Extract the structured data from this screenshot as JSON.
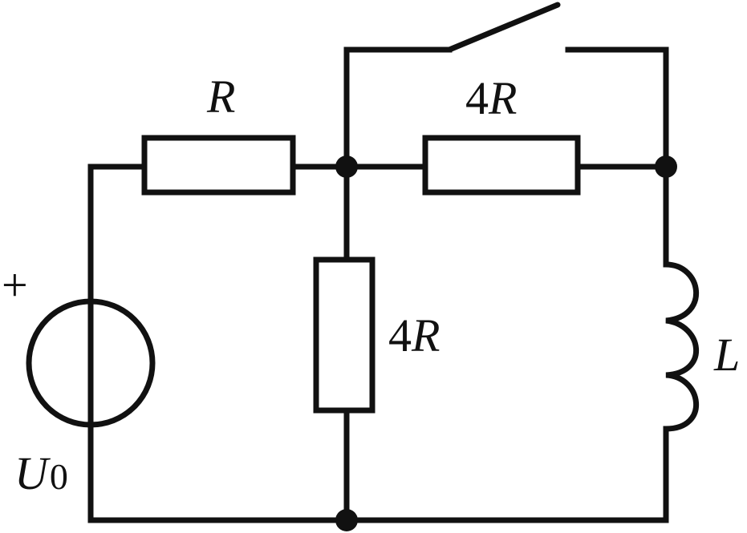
{
  "labels": {
    "r_top": {
      "num": "",
      "sym": "R"
    },
    "r_right": {
      "num": "4",
      "sym": "R"
    },
    "r_mid": {
      "num": "4",
      "sym": "R"
    },
    "inductor": "L",
    "source_plus": "+",
    "source_name": "U",
    "source_sub": "0"
  },
  "colors": {
    "ink": "#111111",
    "background": "#ffffff"
  },
  "icons": {
    "source": "voltage-source-icon",
    "resistor": "resistor-icon",
    "inductor": "inductor-coil-icon",
    "switch": "open-switch-icon",
    "node": "junction-dot-icon"
  }
}
